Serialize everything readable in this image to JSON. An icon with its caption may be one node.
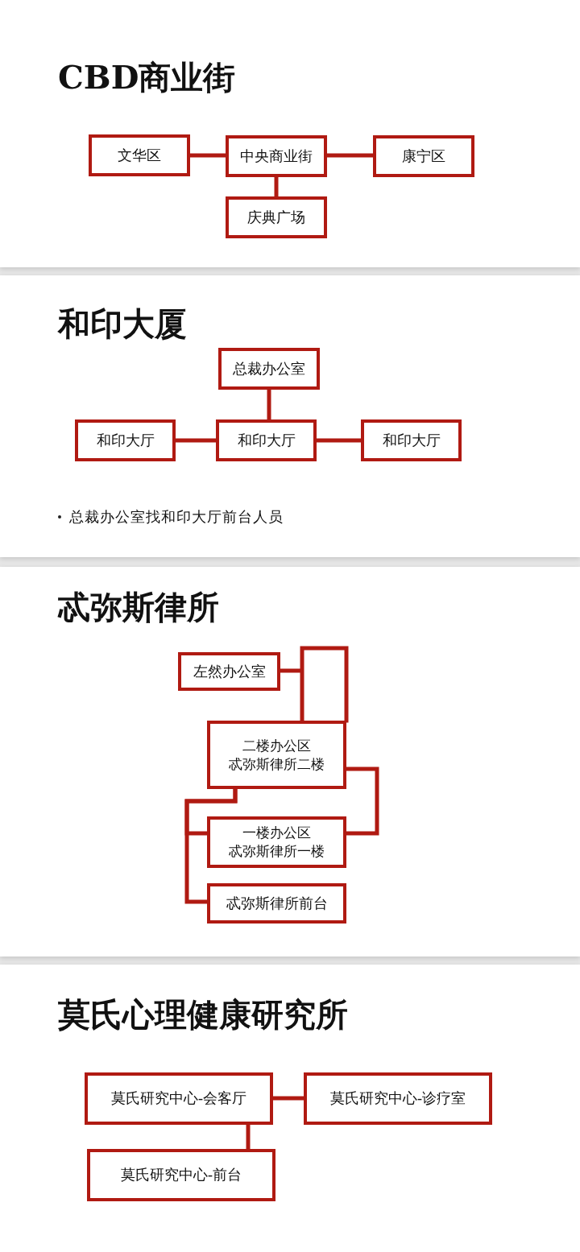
{
  "diagram": {
    "nodes": [
      {
        "text": [
          "CBD商业街"
        ]
      },
      {
        "text": [
          "文华区"
        ],
        "in": 0
      },
      {
        "text": [
          "中央商业街"
        ],
        "in": 0
      },
      {
        "text": [
          "康宁区"
        ],
        "in": 0
      },
      {
        "text": [
          "庆典广场"
        ],
        "in": 0
      },
      {
        "text": [
          "和印大厦"
        ]
      },
      {
        "text": [
          "总裁办公室"
        ],
        "in": 5
      },
      {
        "text": [
          "和印大厅"
        ],
        "in": 5
      },
      {
        "text": [
          "和印大厅"
        ],
        "in": 5
      },
      {
        "text": [
          "和印大厅"
        ],
        "in": 5
      },
      {
        "text": [
          "忒弥斯律所"
        ]
      },
      {
        "text": [
          "左然办公室"
        ],
        "in": 10
      },
      {
        "text": [
          "二楼办公区",
          "忒弥斯律所二楼"
        ],
        "in": 10
      },
      {
        "text": [
          "一楼办公区",
          "忒弥斯律所一楼"
        ],
        "in": 10
      },
      {
        "text": [
          "忒弥斯律所前台"
        ],
        "in": 10
      },
      {
        "text": [
          "莫氏心理健康研究所"
        ]
      },
      {
        "text": [
          "莫氏研究中心-会客厅"
        ],
        "in": 15
      },
      {
        "text": [
          "莫氏研究中心-诊疗室"
        ],
        "in": 15
      },
      {
        "text": [
          "莫氏研究中心-前台"
        ],
        "in": 15
      }
    ],
    "edges": [
      {
        "from": 1,
        "to": 2,
        "arrow": "none"
      },
      {
        "from": 2,
        "to": 3,
        "arrow": "none"
      },
      {
        "from": 2,
        "to": 4,
        "arrow": "none"
      },
      {
        "from": 6,
        "to": 8,
        "arrow": "none"
      },
      {
        "from": 7,
        "to": 8,
        "arrow": "none"
      },
      {
        "from": 8,
        "to": 9,
        "arrow": "none"
      },
      {
        "from": 11,
        "to": 12,
        "arrow": "none"
      },
      {
        "from": 12,
        "to": 13,
        "arrow": "none"
      },
      {
        "from": 12,
        "to": 13,
        "arrow": "none"
      },
      {
        "from": 12,
        "to": 14,
        "arrow": "none"
      },
      {
        "from": 16,
        "to": 17,
        "arrow": "none"
      },
      {
        "from": 16,
        "to": 18,
        "arrow": "none"
      }
    ],
    "labels": [
      "总裁办公室找和印大厅前台人员"
    ]
  }
}
